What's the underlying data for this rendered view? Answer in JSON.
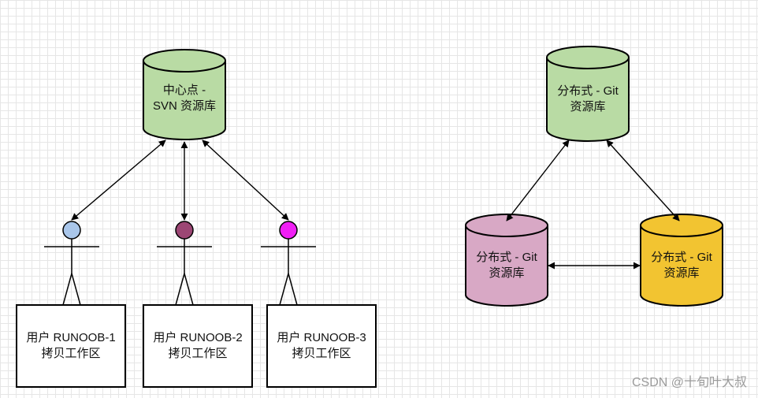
{
  "svn": {
    "repo": {
      "line1": "中心点 -",
      "line2": "SVN 资源库",
      "color": "#b9dba4"
    },
    "users": [
      {
        "head_color": "#a9c6ea",
        "line1": "用户 RUNOOB-1",
        "line2": "拷贝工作区"
      },
      {
        "head_color": "#9c4674",
        "line1": "用户 RUNOOB-2",
        "line2": "拷贝工作区"
      },
      {
        "head_color": "#f01ff5",
        "line1": "用户 RUNOOB-3",
        "line2": "拷贝工作区"
      }
    ]
  },
  "git": {
    "repos": [
      {
        "line1": "分布式 - Git",
        "line2": "资源库",
        "color": "#b9dba4"
      },
      {
        "line1": "分布式 - Git",
        "line2": "资源库",
        "color": "#d8a8c5"
      },
      {
        "line1": "分布式 - Git",
        "line2": "资源库",
        "color": "#f2c431"
      }
    ]
  },
  "watermark": "CSDN @十旬叶大叔"
}
